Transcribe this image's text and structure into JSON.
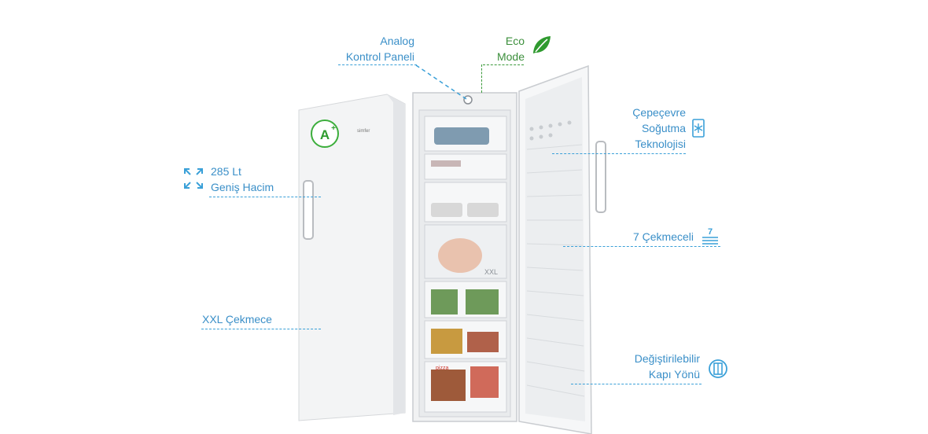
{
  "features": {
    "analog": {
      "line1": "Analog",
      "line2": "Kontrol Paneli"
    },
    "eco": {
      "line1": "Eco",
      "line2": "Mode",
      "icon": "leaf-icon"
    },
    "capacity": {
      "line1": "285 Lt",
      "line2": "Geniş Hacim",
      "icon": "expand-arrows-icon"
    },
    "cooling": {
      "line1": "Çepeçevre",
      "line2": "Soğutma",
      "line3": "Teknolojisi",
      "icon": "airflow-icon"
    },
    "drawers": {
      "label": "7 Çekmeceli",
      "icon": "drawers-icon",
      "icon_number": "7"
    },
    "xxl": {
      "label": "XXL Çekmece"
    },
    "door": {
      "line1": "Değiştirilebilir",
      "line2": "Kapı Yönü",
      "icon": "reversible-door-icon"
    }
  },
  "product": {
    "energy_badge": "A",
    "energy_badge_sup": "+",
    "brand": "simfer",
    "xxl_drawer_text": "XXL",
    "food_box_text": "pizza"
  },
  "colors": {
    "accent_blue": "#3aa0d8",
    "accent_green": "#3c8f3c",
    "fridge_white": "#f4f5f6"
  }
}
